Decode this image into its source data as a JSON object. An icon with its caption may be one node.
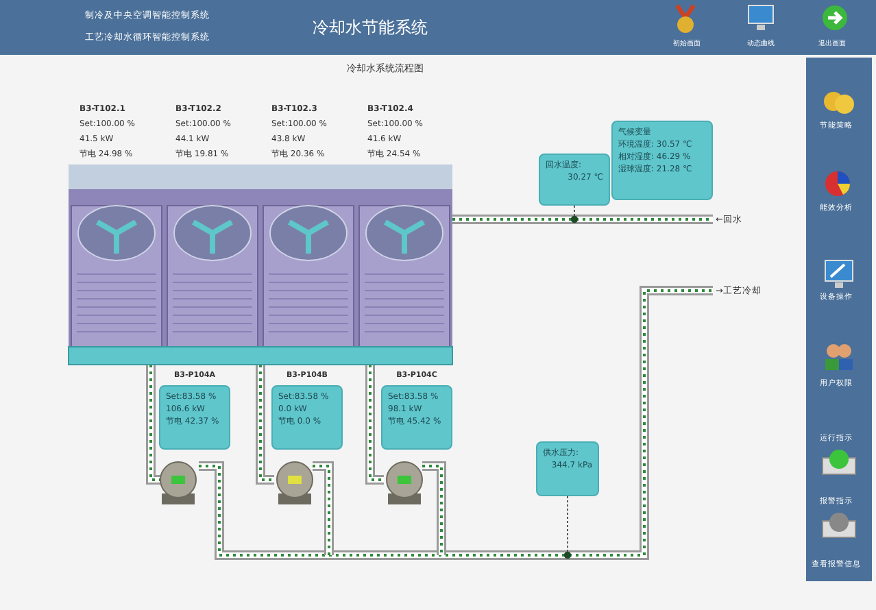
{
  "diagram": {
    "nodes": [
      {
        "text": [
          "B3-P104A",
          "Set:83.58 %",
          "106.6 kW",
          "节电 42.37 %"
        ]
      },
      {
        "text": [
          "B3-P104B",
          "Set:83.58 %",
          "0.0 kW",
          "节电 0.0 %"
        ]
      },
      {
        "text": [
          "B3-P104C",
          "Set:83.58 %",
          "98.1 kW",
          "节电 45.42 %"
        ]
      },
      {
        "text": [
          "回水温度:",
          "30.27 ℃"
        ]
      },
      {
        "text": [
          "气候变量",
          "环境温度: 30.57 ℃",
          "相对湿度: 46.29 %",
          "湿球温度: 21.28 ℃"
        ]
      },
      {
        "text": [
          "供水压力:",
          "344.7 kPa"
        ]
      }
    ],
    "edges": [
      {
        "from": 3,
        "to": null,
        "arrow": "other"
      },
      {
        "from": 5,
        "to": null,
        "arrow": "other"
      }
    ],
    "labels": [
      "制冷及中央空调智能控制系统",
      "工艺冷却水循环智能控制系统",
      "冷却水节能系统",
      "初始画面",
      "动态曲线",
      "退出画面",
      "冷却水系统流程图",
      "B3-T102.1",
      "Set:100.00 %",
      "41.5 kW",
      "节电 24.98 %",
      "B3-T102.2",
      "Set:100.00 %",
      "44.1 kW",
      "节电 19.81 %",
      "B3-T102.3",
      "Set:100.00 %",
      "43.8 kW",
      "节电 20.36 %",
      "B3-T102.4",
      "Set:100.00 %",
      "41.6 kW",
      "节电 24.54 %",
      "←回水",
      "→工艺冷却",
      "节能策略",
      "能效分析",
      "设备操作",
      "用户权限",
      "运行指示",
      "报警指示",
      "查看报警信息"
    ]
  }
}
